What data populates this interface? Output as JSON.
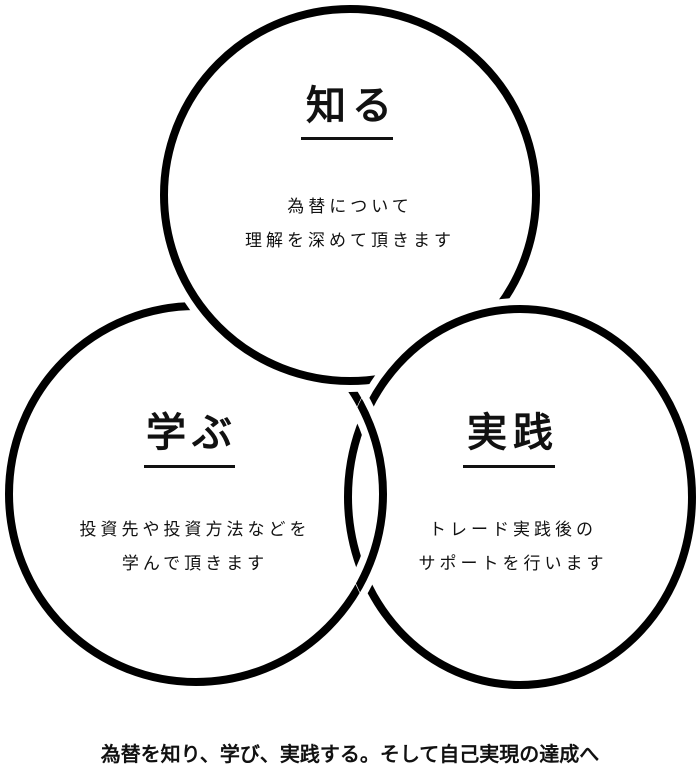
{
  "circles": [
    {
      "title": "知る",
      "lines": [
        "為替について",
        "理解を深めて頂きます"
      ]
    },
    {
      "title": "学ぶ",
      "lines": [
        "投資先や投資方法などを",
        "学んで頂きます"
      ]
    },
    {
      "title": "実践",
      "lines": [
        "トレード実践後の",
        "サポートを行います"
      ]
    }
  ],
  "caption": "為替を知り、学び、実践する。そして自己実現の達成へ",
  "colors": {
    "stroke": "#000000",
    "text": "#111111",
    "background": "#ffffff"
  }
}
